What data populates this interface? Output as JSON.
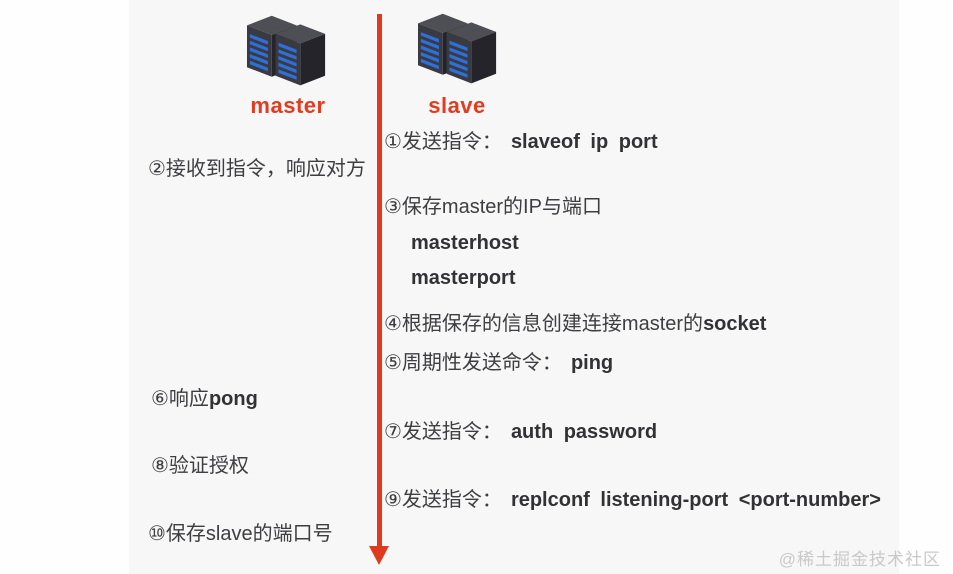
{
  "diagram": {
    "title_implicit": "redis master-slave replication handshake",
    "master_label": "master",
    "slave_label": "slave",
    "steps": {
      "s1": {
        "label": "①发送指令：",
        "cmd": "slaveof ip port"
      },
      "s2": {
        "label": "②接收到指令，响应对方"
      },
      "s3": {
        "label": "③保存master的IP与端口",
        "sub1": "masterhost",
        "sub2": "masterport"
      },
      "s4": {
        "label": "④根据保存的信息创建连接master的",
        "cmd": "socket"
      },
      "s5": {
        "label": "⑤周期性发送命令：",
        "cmd": "ping"
      },
      "s6": {
        "label": "⑥响应",
        "cmd": "pong"
      },
      "s7": {
        "label": "⑦发送指令：",
        "cmd": "auth password"
      },
      "s8": {
        "label": "⑧验证授权"
      },
      "s9": {
        "label": "⑨发送指令：",
        "cmd": "replconf listening-port <port-number>"
      },
      "s10": {
        "label": "⑩保存slave的端口号"
      }
    }
  },
  "icons": {
    "master_server": "server-stack-icon",
    "slave_server": "server-stack-icon",
    "arrow": "arrow-down-timeline"
  },
  "colors": {
    "accent_red": "#de3a20",
    "label_red": "#e23b1f",
    "text_gray": "#3e3e40",
    "server_body": "#3a3a42",
    "server_slots": "#2e6fd8",
    "watermark_gray": "#c9c9c9",
    "panel_bg": "#f7f7f8"
  },
  "watermark": "@稀土掘金技术社区"
}
